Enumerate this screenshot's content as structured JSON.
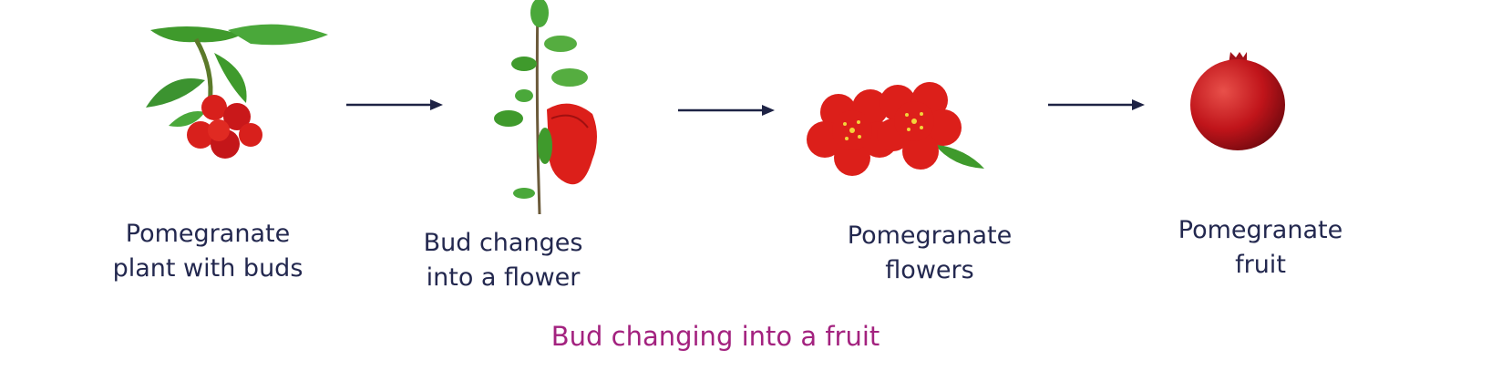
{
  "stages": [
    {
      "label_line1": "Pomegranate",
      "label_line2": "plant with buds",
      "image": "plant-with-buds"
    },
    {
      "label_line1": "Bud changes",
      "label_line2": "into a flower",
      "image": "bud-to-flower"
    },
    {
      "label_line1": "Pomegranate",
      "label_line2": "flowers",
      "image": "flowers"
    },
    {
      "label_line1": "Pomegranate",
      "label_line2": "fruit",
      "image": "fruit"
    }
  ],
  "caption": "Bud changing into a fruit",
  "colors": {
    "text": "#23284f",
    "caption": "#a3227f",
    "arrow": "#1e2345",
    "red": "#d8201c",
    "leaf": "#3f9a2c"
  }
}
